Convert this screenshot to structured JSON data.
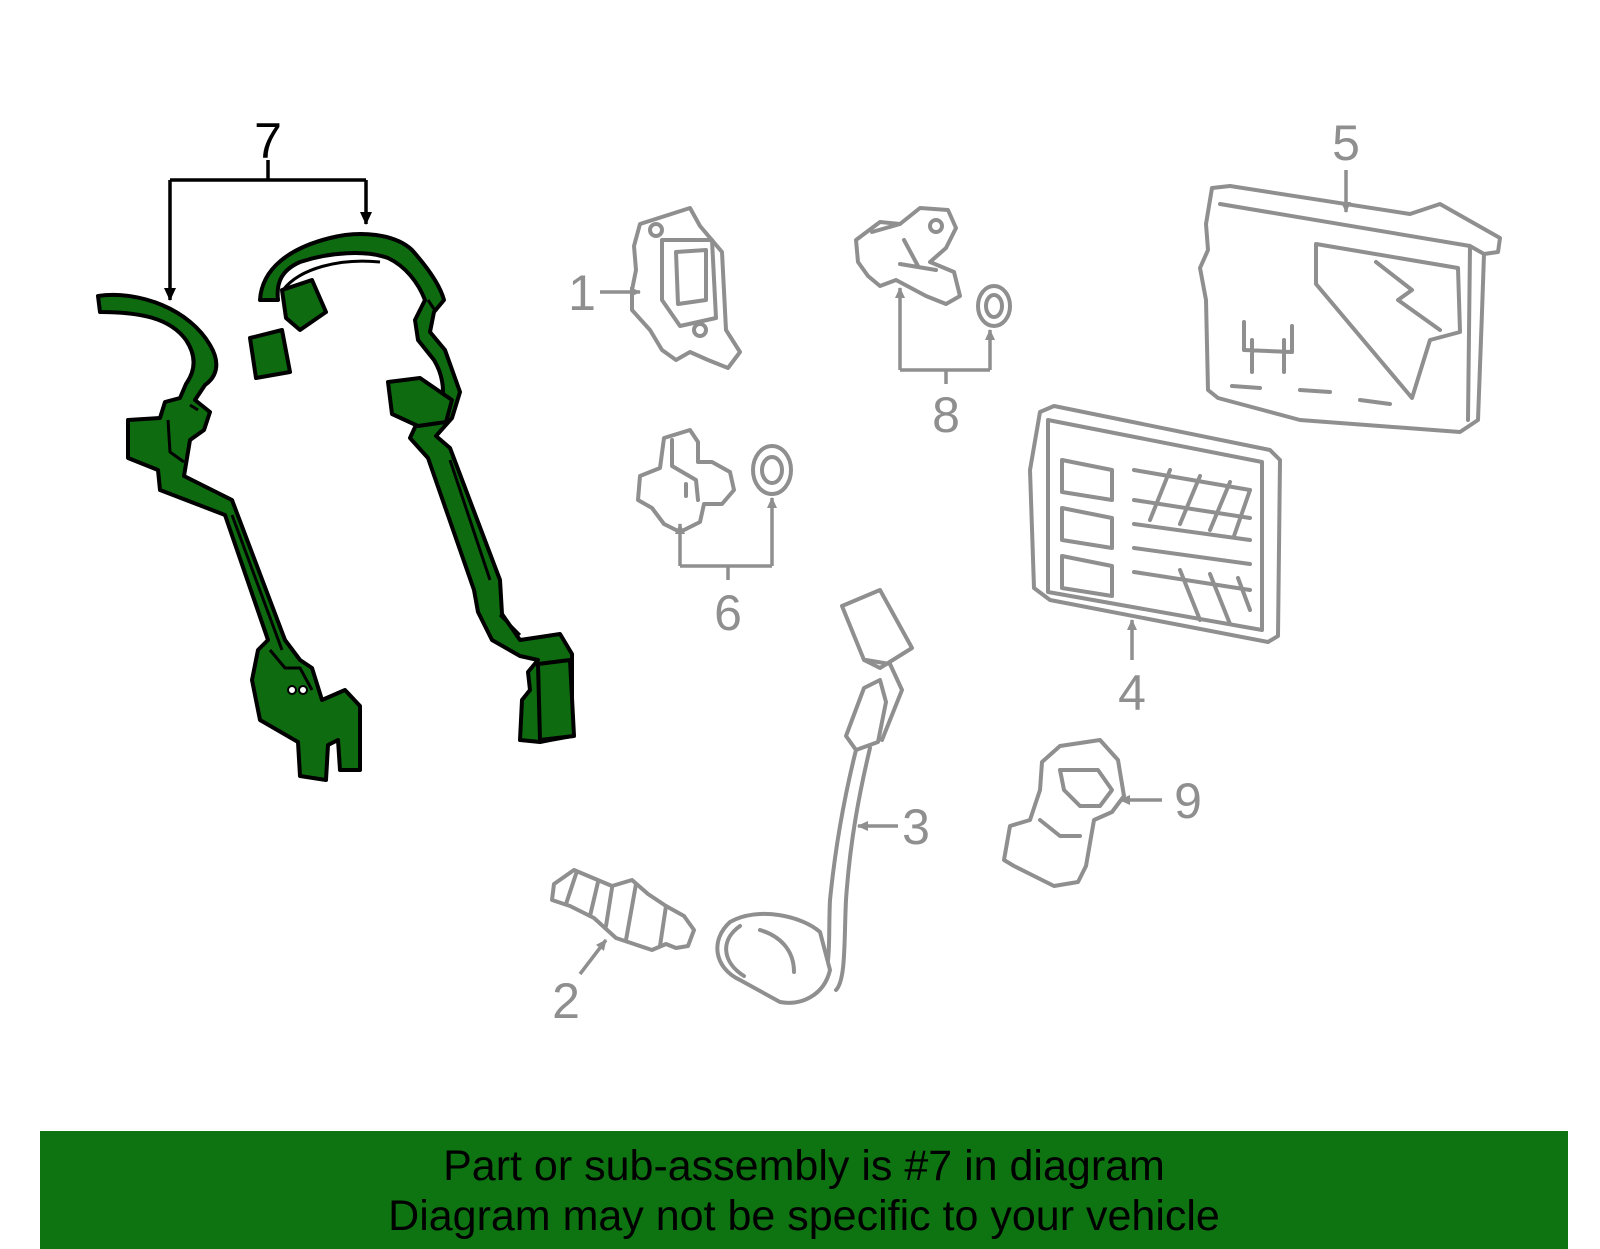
{
  "colors": {
    "highlight": "#0e7411",
    "outline": "#8f8f8f",
    "banner_bg": "#0e7411",
    "banner_text": "#000000"
  },
  "callouts": {
    "c1": "1",
    "c2": "2",
    "c3": "3",
    "c4": "4",
    "c5": "5",
    "c6": "6",
    "c7": "7",
    "c8": "8",
    "c9": "9"
  },
  "highlighted_part": "7",
  "banner": {
    "line1": "Part or sub-assembly is #7 in diagram",
    "line2": "Diagram may not be specific to your vehicle"
  }
}
